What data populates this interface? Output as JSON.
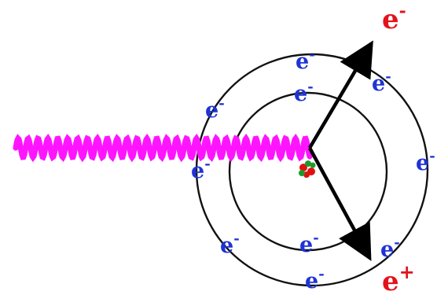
{
  "diagram": {
    "colors": {
      "photon": "#ff14ff",
      "orbit": "#111111",
      "electron": "#1f33d6",
      "emitted": "#e3121b",
      "arrow": "#000000",
      "nucleus_red": "#e01010",
      "nucleus_green": "#1e9a2a"
    },
    "bound_electrons": [
      {
        "base": "e",
        "charge": "-"
      },
      {
        "base": "e",
        "charge": "-"
      },
      {
        "base": "e",
        "charge": "-"
      },
      {
        "base": "e",
        "charge": "-"
      },
      {
        "base": "e",
        "charge": "-"
      },
      {
        "base": "e",
        "charge": "-"
      },
      {
        "base": "e",
        "charge": "-"
      },
      {
        "base": "e",
        "charge": "-"
      },
      {
        "base": "e",
        "charge": "-"
      },
      {
        "base": "e",
        "charge": "-"
      }
    ],
    "emitted_electron": {
      "base": "e",
      "charge": "-"
    },
    "emitted_positron": {
      "base": "e",
      "charge": "+"
    }
  }
}
